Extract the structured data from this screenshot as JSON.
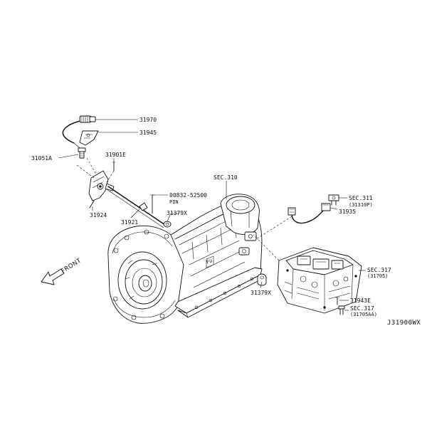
{
  "labels": {
    "p31970": "31970",
    "p31945": "31945",
    "p31051a": "31051A",
    "p31901e": "31901E",
    "sec310": "SEC.310",
    "pin_part": "00832-52500",
    "pin_word": "PIN",
    "p31379x_top": "31379X",
    "p31924": "31924",
    "p31921": "31921",
    "sec311": "SEC.311",
    "sec311_sub": "(31310P)",
    "p31935": "31935",
    "sec317": "SEC.317",
    "sec317_sub": "(31705)",
    "p31379x_bottom": "31379X",
    "p31943e": "31943E",
    "sec317b": "SEC.317",
    "sec317b_sub": "(31705AA)",
    "front": "FRONT",
    "diagram_code": "J31900WX"
  }
}
